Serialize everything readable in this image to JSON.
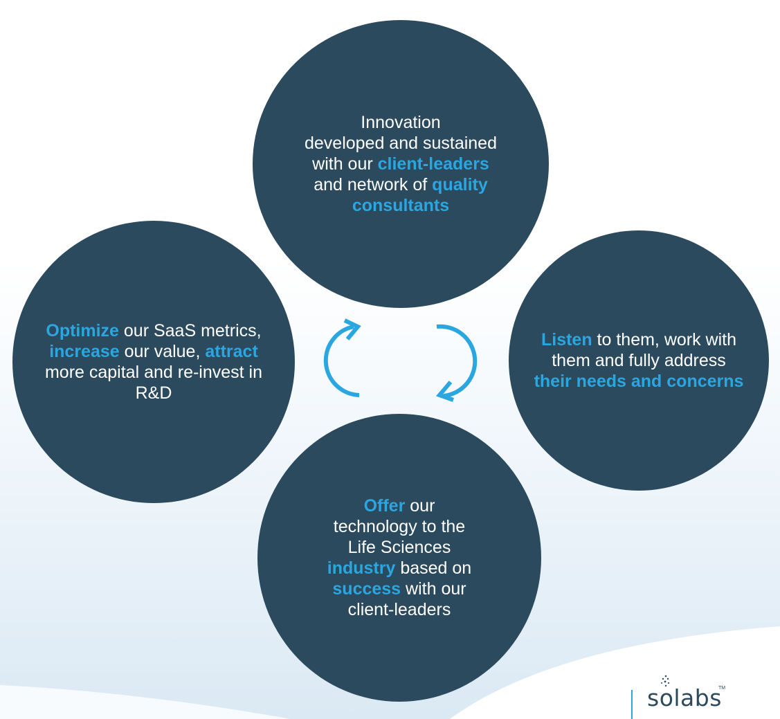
{
  "cycle": {
    "top": {
      "lines": [
        [
          {
            "t": "Innovation",
            "h": false
          }
        ],
        [
          {
            "t": "developed and sustained",
            "h": false
          }
        ],
        [
          {
            "t": "with our ",
            "h": false
          },
          {
            "t": "client-leaders",
            "h": true
          }
        ],
        [
          {
            "t": "and network of ",
            "h": false
          },
          {
            "t": "quality",
            "h": true
          }
        ],
        [
          {
            "t": "consultants",
            "h": true
          }
        ]
      ]
    },
    "right": {
      "lines": [
        [
          {
            "t": "Listen",
            "h": true
          },
          {
            "t": " to them, work with",
            "h": false
          }
        ],
        [
          {
            "t": "them and fully address",
            "h": false
          }
        ],
        [
          {
            "t": "their needs and concerns",
            "h": true
          }
        ]
      ]
    },
    "bottom": {
      "lines": [
        [
          {
            "t": "Offer",
            "h": true
          },
          {
            "t": " our",
            "h": false
          }
        ],
        [
          {
            "t": "technology to the",
            "h": false
          }
        ],
        [
          {
            "t": "Life Sciences",
            "h": false
          }
        ],
        [
          {
            "t": "industry",
            "h": true
          },
          {
            "t": " based on",
            "h": false
          }
        ],
        [
          {
            "t": "success",
            "h": true
          },
          {
            "t": " with our",
            "h": false
          }
        ],
        [
          {
            "t": "client-leaders",
            "h": false
          }
        ]
      ]
    },
    "left": {
      "lines": [
        [
          {
            "t": "Optimize",
            "h": true
          },
          {
            "t": " our SaaS metrics,",
            "h": false
          }
        ],
        [
          {
            "t": "increase",
            "h": true
          },
          {
            "t": " our value, ",
            "h": false
          },
          {
            "t": "attract",
            "h": true
          }
        ],
        [
          {
            "t": "more capital and re-invest in",
            "h": false
          }
        ],
        [
          {
            "t": "R&D",
            "h": false
          }
        ]
      ]
    }
  },
  "logo": {
    "name": "solabs",
    "trademark": "TM"
  },
  "colors": {
    "circle": "#2c4a5e",
    "highlight": "#2aa6e0",
    "text": "#ffffff"
  },
  "icons": {
    "center": "cycle-arrows-icon"
  }
}
